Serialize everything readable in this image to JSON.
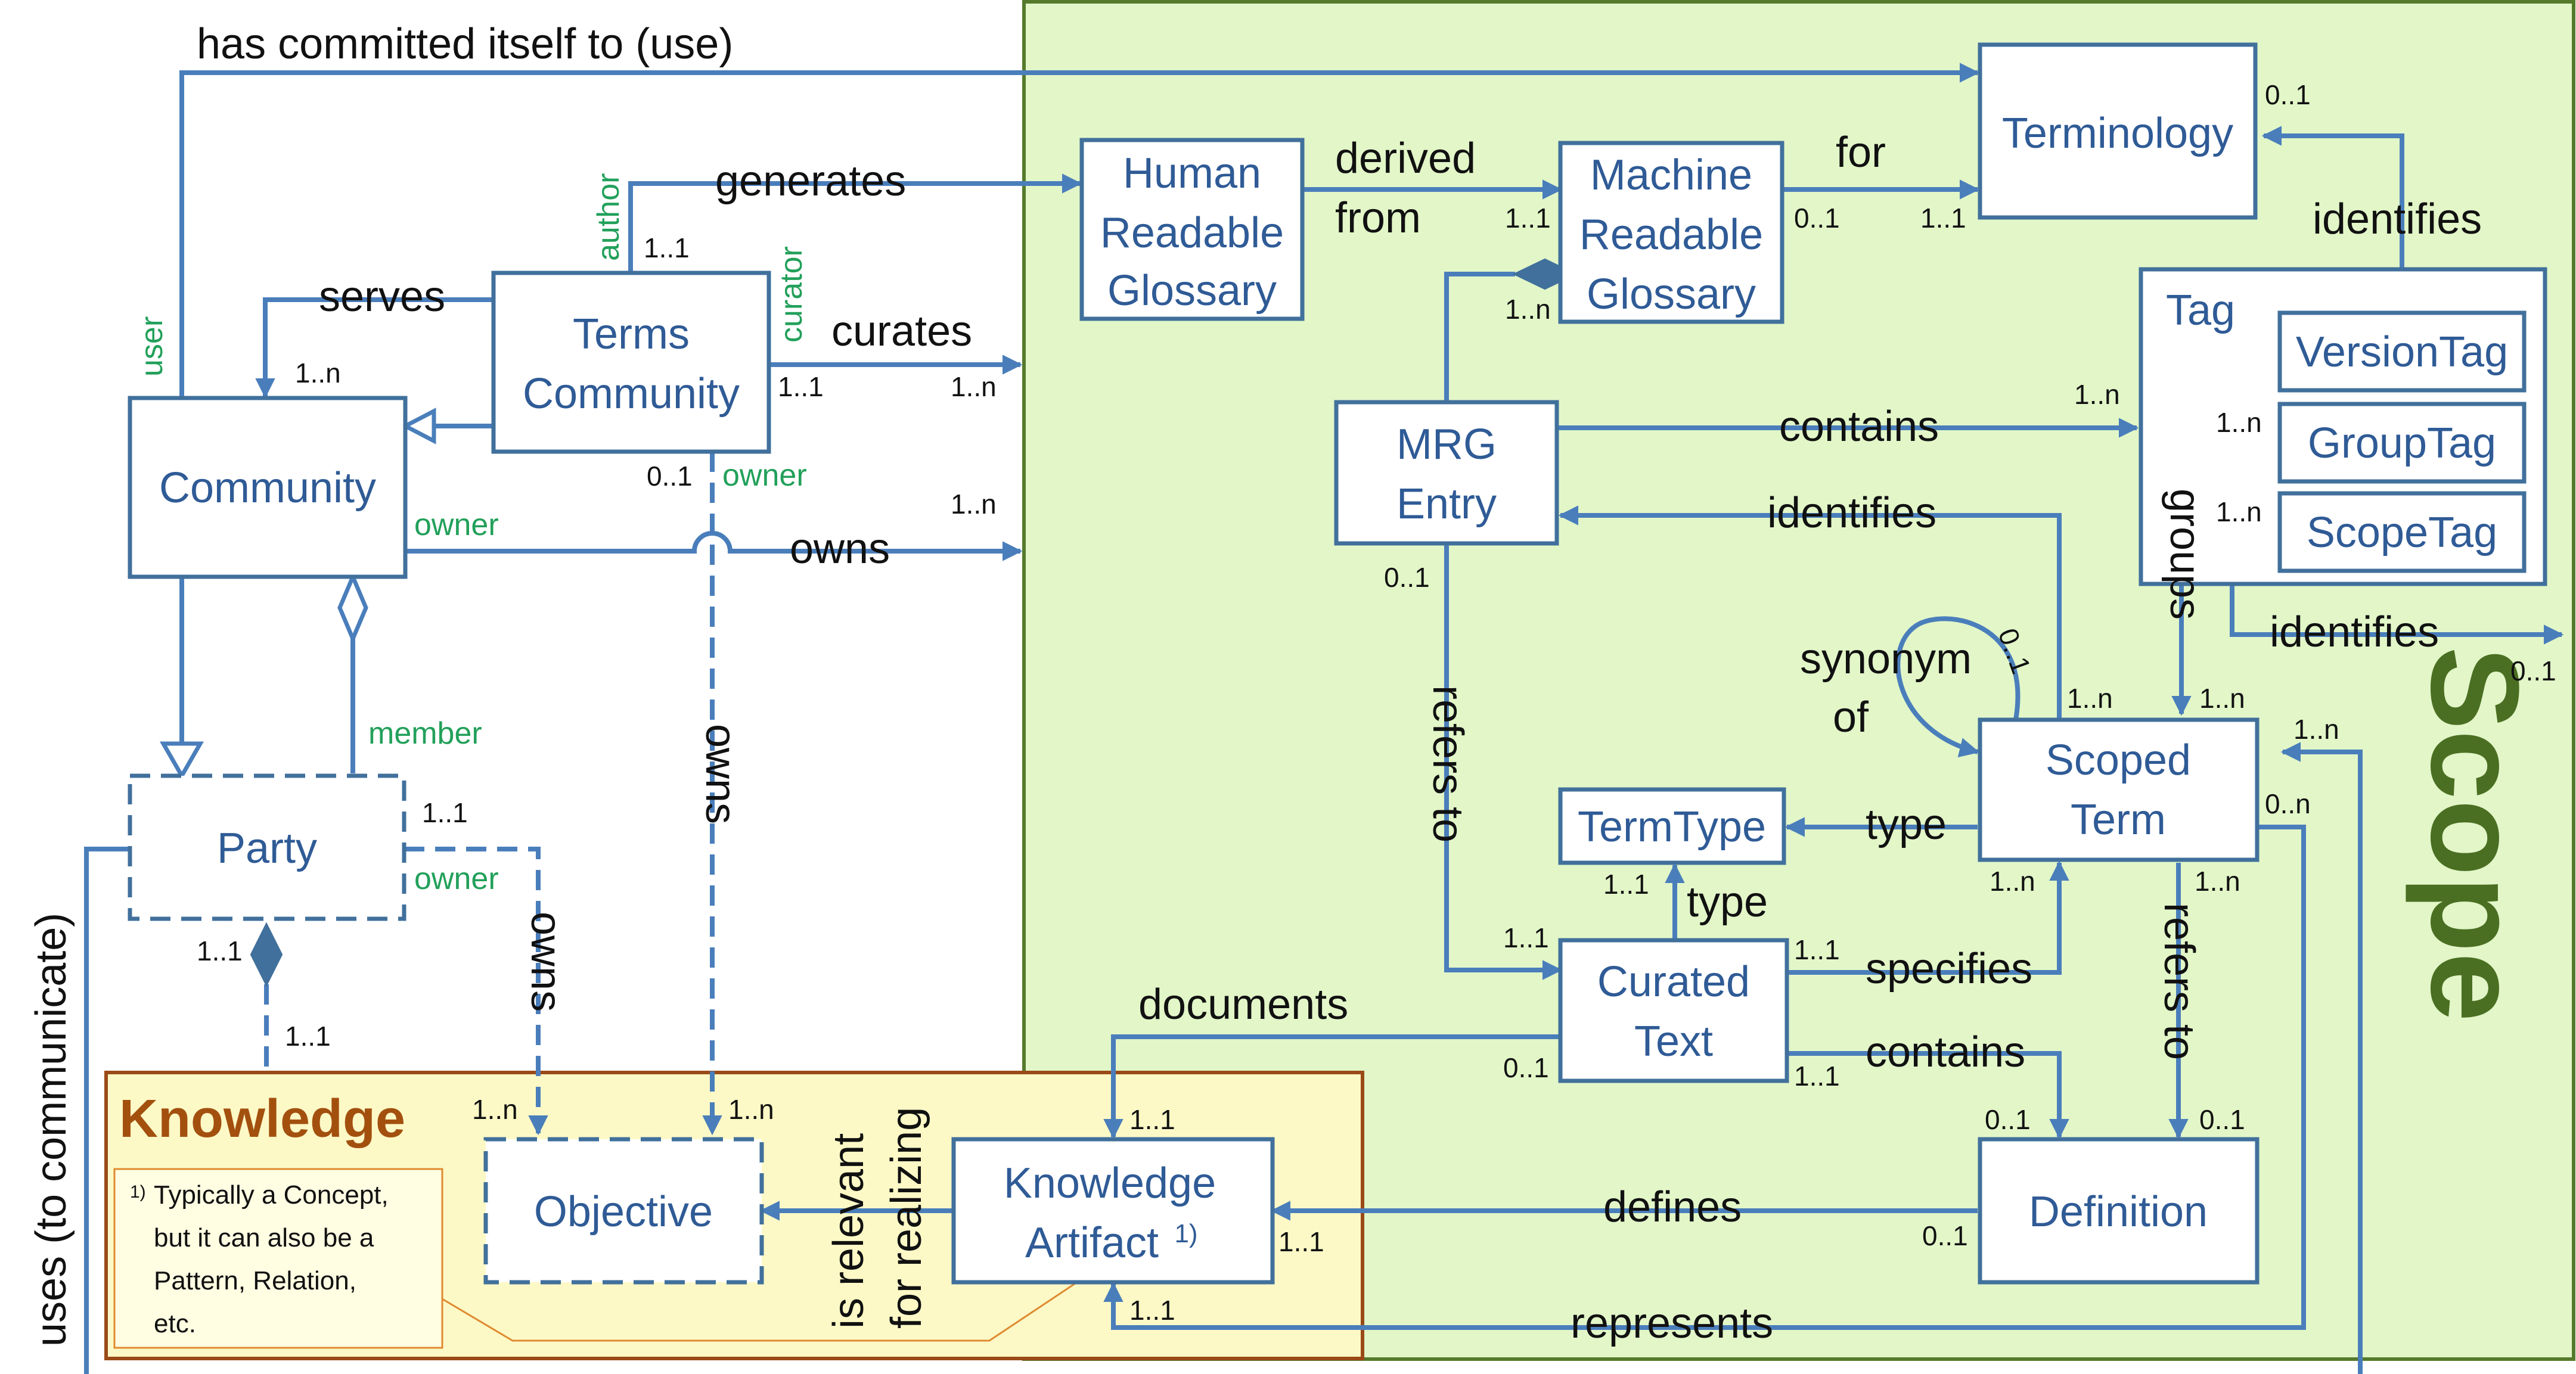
{
  "colors": {
    "line": "#4a7ebb",
    "class_text": "#2f5b96",
    "role": "#22a05a",
    "scope_fill": "#e2f6c8",
    "scope_border": "#557a2c",
    "scope_title": "#4b6f22",
    "knowledge_fill": "#fcf9c6",
    "knowledge_border": "#9a4a17",
    "knowledge_title": "#a3500f",
    "footnote_border": "#e08a30"
  },
  "scope": {
    "title": "Scope"
  },
  "knowledge": {
    "title": "Knowledge",
    "footnote_mark": "1)",
    "footnote_lines": [
      "Typically a Concept,",
      "but it can also be a",
      "Pattern, Relation,",
      "etc."
    ]
  },
  "classes": {
    "community": "Community",
    "terms_community": [
      "Terms",
      "Community"
    ],
    "party": "Party",
    "objective": "Objective",
    "knowledge_artifact": [
      "Knowledge",
      "Artifact"
    ],
    "knowledge_artifact_mark": "1)",
    "hrg": [
      "Human",
      "Readable",
      "Glossary"
    ],
    "mrg": [
      "Machine",
      "Readable",
      "Glossary"
    ],
    "terminology": "Terminology",
    "mrg_entry": [
      "MRG",
      "Entry"
    ],
    "tag": "Tag",
    "version_tag": "VersionTag",
    "group_tag": "GroupTag",
    "scope_tag": "ScopeTag",
    "scoped_term": [
      "Scoped",
      "Term"
    ],
    "term_type": "TermType",
    "curated_text": [
      "Curated",
      "Text"
    ],
    "definition": "Definition"
  },
  "labels": {
    "has_committed": "has committed itself to (use)",
    "generates": "generates",
    "serves": "serves",
    "curates": "curates",
    "owns_scope": "owns",
    "owns_party": "owns",
    "owns_terms": "owns",
    "derived_from": [
      "derived",
      "from"
    ],
    "for": "for",
    "identifies_terminology": "identifies",
    "contains_tag": "contains",
    "identifies_mrg": "identifies",
    "groups": "groups",
    "identifies_scope": "identifies",
    "synonym_of": [
      "synonym",
      "of"
    ],
    "refers_to_mrg": "refers to",
    "type_term": "type",
    "type_curated": "type",
    "specifies": "specifies",
    "contains_def": "contains",
    "refers_to_def": "refers to",
    "documents": "documents",
    "defines": "defines",
    "represents": "represents",
    "is_relevant": [
      "is relevant",
      "for realizing"
    ],
    "uses": "uses (to communicate)"
  },
  "roles": {
    "user": "user",
    "author": "author",
    "curator": "curator",
    "owner_community": "owner",
    "owner_terms": "owner",
    "member": "member",
    "owner_party": "owner"
  },
  "multiplicities": {
    "community_serves": "1..n",
    "author_gen": "1..1",
    "curator_cur": "1..1",
    "scope_curates": "1..n",
    "owns_terms_0": "0..1",
    "scope_owns": "1..n",
    "party_top": "1..1",
    "party_bottom": "1..1",
    "knowledge_comp": "1..1",
    "objective_left": "1..n",
    "objective_right": "1..n",
    "mrg_from": "1..1",
    "mrg_comp": "1..n",
    "mrg_for": "0..1",
    "terminology_for": "1..1",
    "terminology_tag": "0..1",
    "tag_contains": "1..n",
    "group_tag": "1..n",
    "scope_tag": "1..n",
    "scope_ident": "0..1",
    "mrg_entry_ref": "0..1",
    "synonym": "0..1",
    "scoped_term_a": "1..n",
    "scoped_term_b": "1..n",
    "scoped_term_rep": "1..n",
    "scoped_term_0n": "0..n",
    "scoped_term_spec": "1..n",
    "scoped_term_ref": "1..n",
    "term_type": "1..1",
    "curated_ref": "1..1",
    "curated_spec": "1..1",
    "curated_doc": "0..1",
    "curated_contains": "1..1",
    "def_contains": "0..1",
    "def_ref": "0..1",
    "def_defines": "0..1",
    "ka_doc": "1..1",
    "ka_defines": "1..1",
    "ka_represents": "1..1"
  }
}
